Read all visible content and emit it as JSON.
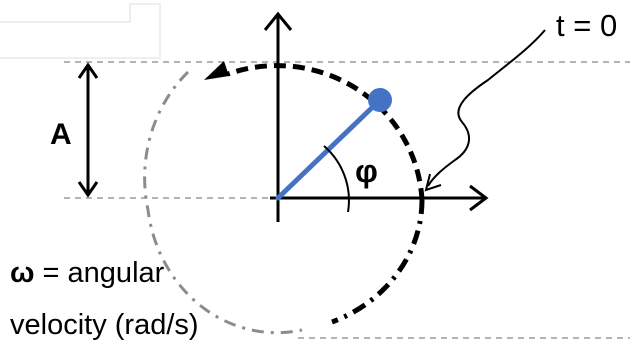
{
  "labels": {
    "start_time": "t = 0",
    "amplitude": "A",
    "phase_symbol": "φ",
    "omega_symbol": "ω",
    "omega_rest_line1": " = angular",
    "omega_line2": "velocity (rad/s)"
  },
  "colors": {
    "arm": "#4472C4",
    "marker": "#4472C4",
    "orbit_dashed": "#000000",
    "orbit_faint": "#8c8c8c",
    "reference_lines": "#9a9a9a",
    "axes": "#000000",
    "corner_frame": "#eeeeee"
  }
}
